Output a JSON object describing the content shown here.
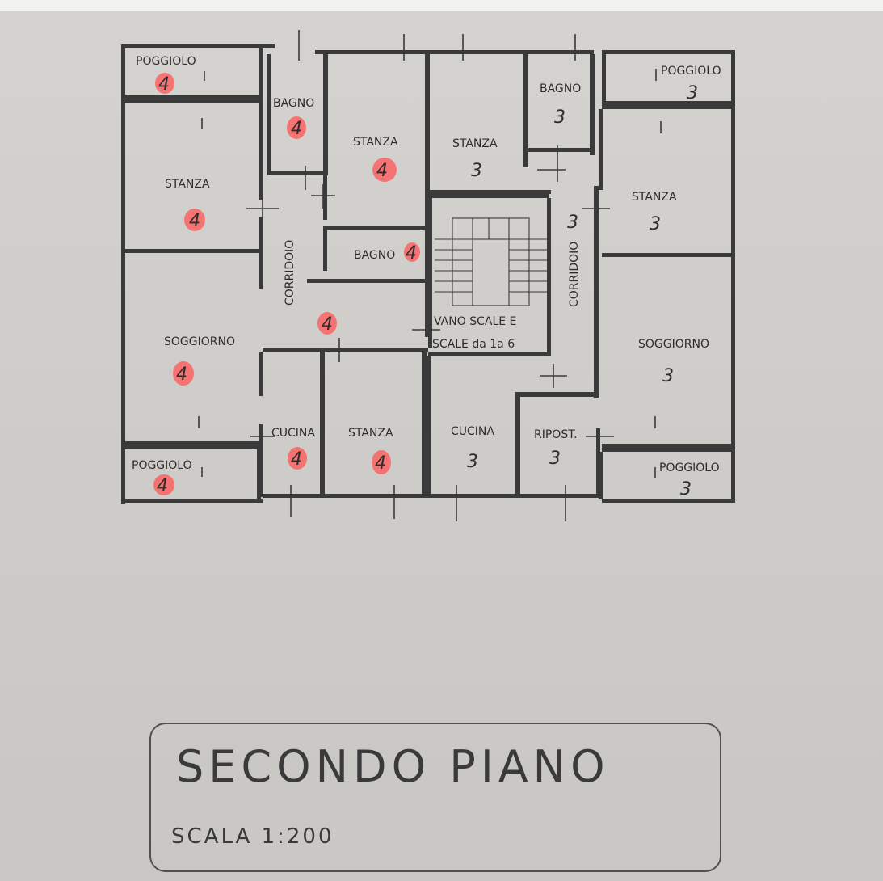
{
  "rooms": [
    {
      "label": "POGGIOLO",
      "unit": "4"
    },
    {
      "label": "BAGNO",
      "unit": "4"
    },
    {
      "label": "STANZA",
      "unit": "4"
    },
    {
      "label": "STANZA",
      "unit": "3"
    },
    {
      "label": "BAGNO",
      "unit": "3"
    },
    {
      "label": "POGGIOLO",
      "unit": "3"
    },
    {
      "label": "STANZA",
      "unit": "4"
    },
    {
      "label": "BAGNO",
      "unit": "4"
    },
    {
      "label": "STANZA",
      "unit": "3"
    },
    {
      "label": "CORRIDOIO",
      "unit": "4"
    },
    {
      "label": "CORRIDOIO",
      "unit": "3"
    },
    {
      "label": "SOGGIORNO",
      "unit": "4"
    },
    {
      "label": "SOGGIORNO",
      "unit": "3"
    },
    {
      "label": "CUCINA",
      "unit": "4"
    },
    {
      "label": "STANZA",
      "unit": "4"
    },
    {
      "label": "CUCINA",
      "unit": "3"
    },
    {
      "label": "RIPOST.",
      "unit": "3"
    },
    {
      "label": "POGGIOLO",
      "unit": "4"
    },
    {
      "label": "POGGIOLO",
      "unit": "3"
    }
  ],
  "stairs": {
    "line1": "VANO SCALE E",
    "line2": "SCALE da 1a 6"
  },
  "title": "SECONDO PIANO",
  "scale": "SCALA 1:200",
  "colors": {
    "highlight": "#ff5a5a",
    "ink": "#3a3a3a",
    "paper": "#d2d0cc"
  }
}
